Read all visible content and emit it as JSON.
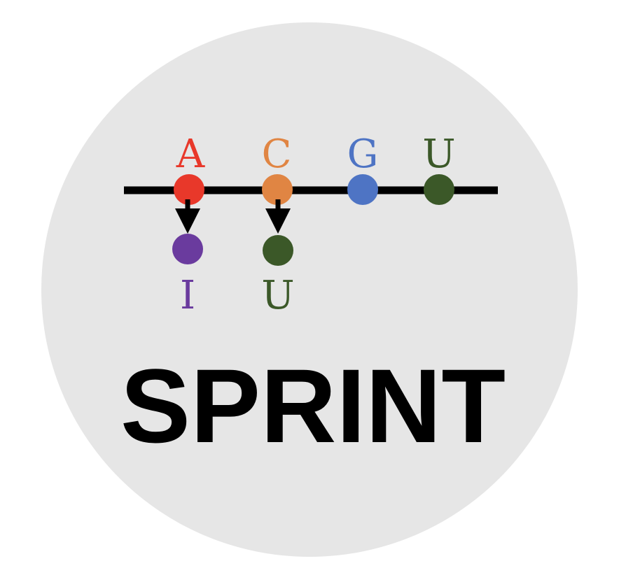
{
  "logo": {
    "top_bases": [
      {
        "letter": "A",
        "color": "#e8382a"
      },
      {
        "letter": "C",
        "color": "#e08543"
      },
      {
        "letter": "G",
        "color": "#4e74c4"
      },
      {
        "letter": "U",
        "color": "#3b5828"
      }
    ],
    "edited_bases": [
      {
        "letter": "I",
        "color": "#6a3b9e"
      },
      {
        "letter": "U",
        "color": "#3b5828"
      }
    ],
    "strand_color": "#000000",
    "background_color": "#e6e6e6"
  },
  "title": "SPRINT"
}
